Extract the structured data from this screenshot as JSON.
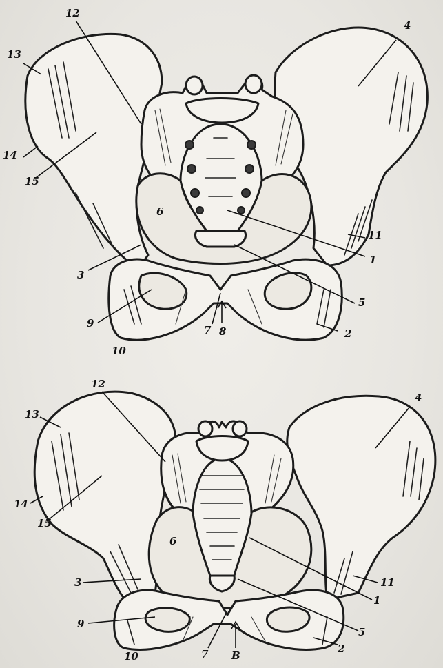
{
  "top_pelvis": {
    "labels": {
      "l1": "1",
      "l2": "2",
      "l3": "3",
      "l4": "4",
      "l5": "5",
      "l6": "6",
      "l7": "7",
      "l8": "8",
      "l9": "9",
      "l10": "10",
      "l11": "11",
      "l12": "12",
      "l13": "13",
      "l14": "14",
      "l15": "15"
    }
  },
  "bottom_pelvis": {
    "labels": {
      "l1": "1",
      "l2": "2",
      "l3": "3",
      "l4": "4",
      "l5": "5",
      "l6": "6",
      "l7": "7",
      "l8": "B",
      "l9": "9",
      "l10": "10",
      "l11": "11",
      "l12": "12",
      "l13": "13",
      "l14": "14",
      "l15": "15"
    }
  }
}
